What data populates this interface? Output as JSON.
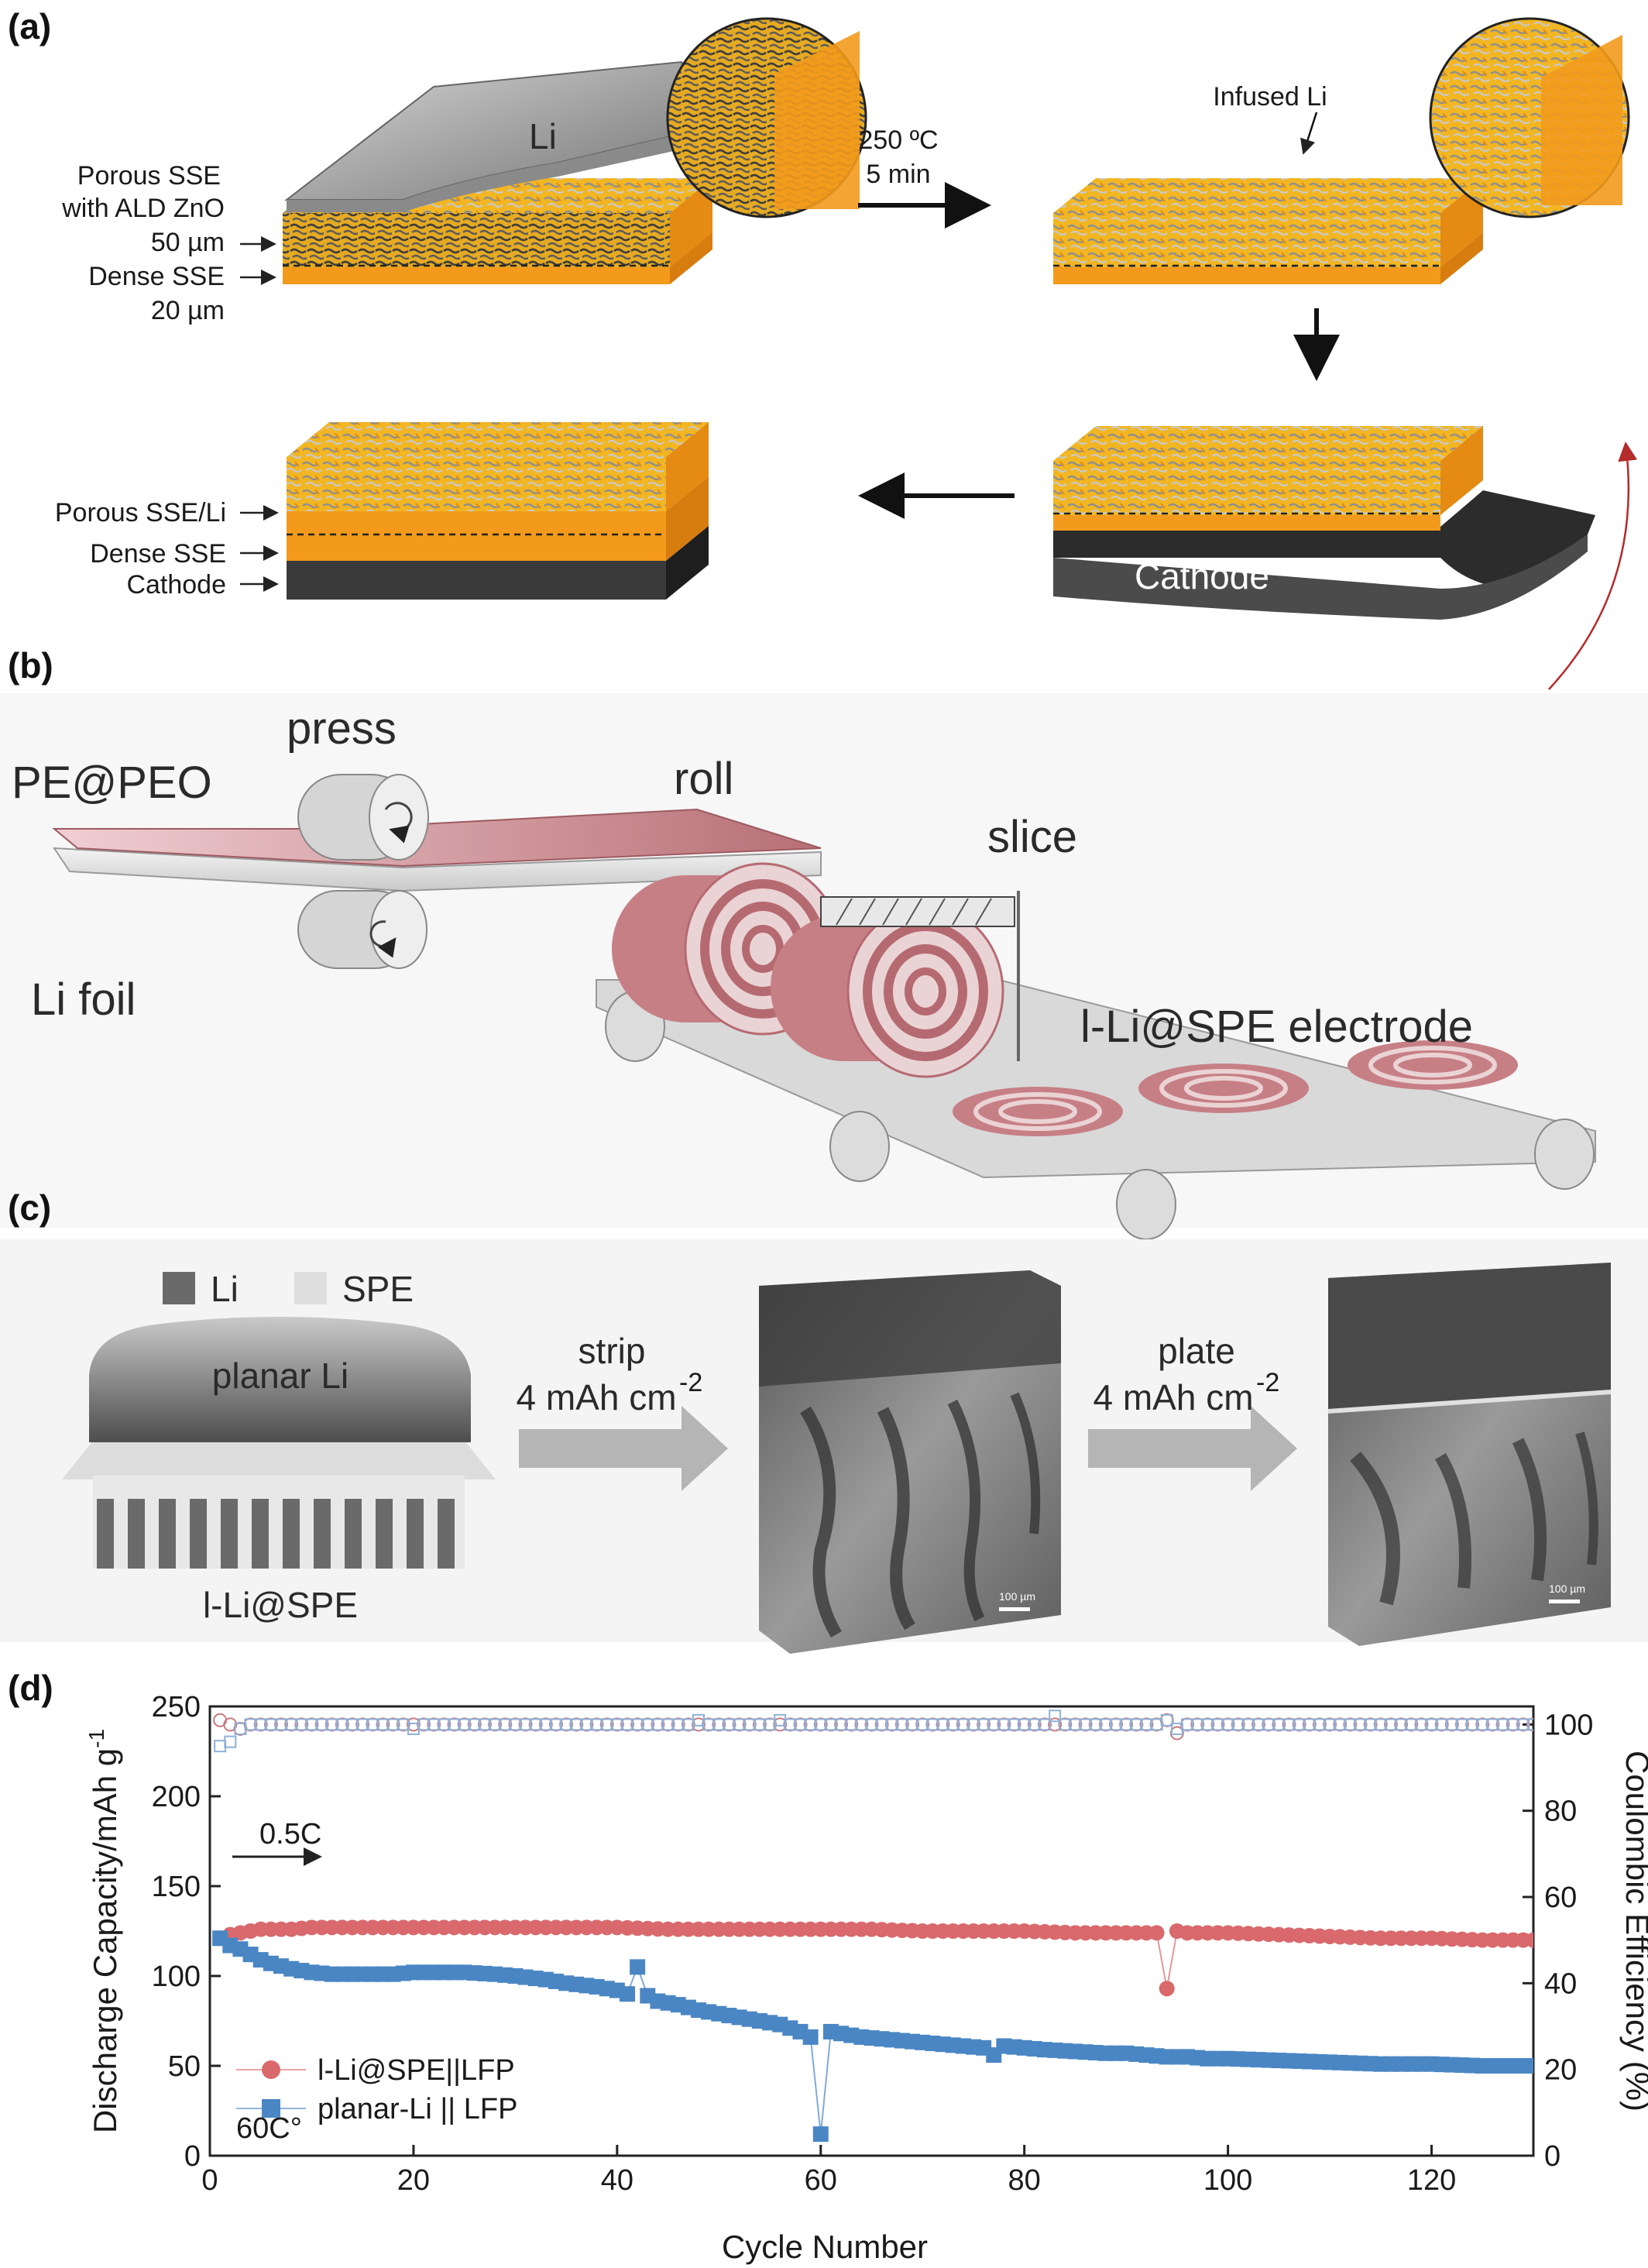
{
  "panels": {
    "a": {
      "label": "(a)",
      "li_label": "Li",
      "left_labels": [
        "Porous SSE",
        "with ALD ZnO",
        "50 µm",
        "Dense SSE",
        "20 µm"
      ],
      "process_line1": "250 ºC",
      "process_line2": "5 min",
      "infused_label": "Infused Li",
      "bottom_labels": [
        "Porous SSE/Li",
        "Dense SSE",
        "Cathode"
      ],
      "cathode_label": "Cathode"
    },
    "b": {
      "label": "(b)",
      "press": "press",
      "pe_peo": "PE@PEO",
      "roll": "roll",
      "slice": "slice",
      "li_foil": "Li foil",
      "electrode": "l-Li@SPE electrode"
    },
    "c": {
      "label": "(c)",
      "legend_li": "Li",
      "legend_spe": "SPE",
      "planar_li": "planar Li",
      "l_li_spe": "l-Li@SPE",
      "strip_line1": "strip",
      "strip_line2": "4 mAh cm",
      "plate_line1": "plate",
      "plate_line2": "4 mAh cm",
      "superscript": "-2",
      "scalebar1": "100 µm",
      "scalebar2": "100 µm"
    },
    "d": {
      "label": "(d)"
    }
  },
  "colors": {
    "sse_gold": "#f2b623",
    "sse_orange": "#f39a1c",
    "cathode_dark": "#333333",
    "roll_pink": "#c77f86",
    "series1": "#d9696c",
    "series2": "#4a86c4"
  },
  "chart_data": {
    "type": "scatter",
    "xlabel": "Cycle Number",
    "ylabel_left_main": "Discharge Capacity/mAh g",
    "ylabel_left_sup": "-1",
    "ylabel_right": "Coulombic Efficiency (%)",
    "xlim": [
      0,
      130
    ],
    "ylim_left": [
      0,
      250
    ],
    "ylim_right": [
      0,
      104.2
    ],
    "xticks": [
      0,
      20,
      40,
      60,
      80,
      100,
      120
    ],
    "yticks_left": [
      0,
      50,
      100,
      150,
      200,
      250
    ],
    "yticks_right": [
      0,
      20,
      40,
      60,
      80,
      100
    ],
    "annotation_rate": "0.5C",
    "annotation_temp": "60C°",
    "legend": [
      "l-Li@SPE||LFP",
      "planar-Li || LFP"
    ],
    "legend_position": "lower-left",
    "series": [
      {
        "name": "l-Li@SPE||LFP",
        "axis": "left",
        "marker": "circle",
        "x": [
          1,
          2,
          3,
          4,
          5,
          6,
          8,
          10,
          15,
          20,
          25,
          30,
          35,
          40,
          45,
          50,
          55,
          60,
          65,
          70,
          75,
          80,
          85,
          90,
          93,
          94,
          95,
          96,
          100,
          105,
          110,
          115,
          120,
          125,
          130
        ],
        "y": [
          121,
          123,
          124,
          125,
          126,
          126,
          126,
          127,
          127,
          127,
          127,
          127,
          127,
          127,
          126,
          126,
          126,
          126,
          126,
          125,
          125,
          125,
          124,
          124,
          124,
          93,
          125,
          124,
          124,
          123,
          122,
          121,
          121,
          120,
          120
        ]
      },
      {
        "name": "planar-Li || LFP",
        "axis": "left",
        "marker": "square",
        "x": [
          1,
          2,
          3,
          4,
          5,
          6,
          8,
          10,
          12,
          15,
          18,
          20,
          22,
          25,
          28,
          30,
          33,
          35,
          38,
          40,
          41,
          42,
          43,
          44,
          46,
          48,
          50,
          52,
          54,
          56,
          57,
          58,
          59,
          60,
          61,
          62,
          64,
          66,
          68,
          70,
          72,
          74,
          76,
          77,
          78,
          80,
          82,
          85,
          88,
          90,
          92,
          94,
          96,
          98,
          100,
          105,
          110,
          115,
          120,
          125,
          130
        ],
        "y": [
          121,
          117,
          115,
          112,
          109,
          107,
          104,
          102,
          101,
          101,
          101,
          102,
          102,
          102,
          101,
          100,
          98,
          96,
          94,
          92,
          90,
          105,
          89,
          86,
          84,
          81,
          79,
          77,
          75,
          73,
          71,
          69,
          66,
          12,
          69,
          68,
          66,
          65,
          64,
          63,
          62,
          61,
          60,
          56,
          61,
          60,
          59,
          58,
          57,
          57,
          56,
          55,
          55,
          54,
          54,
          53,
          52,
          51,
          51,
          50,
          50
        ]
      },
      {
        "name": "l-Li@SPE CE",
        "axis": "right",
        "marker": "open-circle",
        "x": [
          1,
          2,
          3,
          4,
          5,
          6,
          8,
          10,
          15,
          20,
          25,
          30,
          40,
          50,
          60,
          70,
          80,
          90,
          94,
          95,
          100,
          110,
          120,
          130
        ],
        "y": [
          101,
          100,
          99,
          100,
          100,
          100,
          100,
          100,
          100,
          100,
          100,
          100,
          100,
          100,
          100,
          100,
          100,
          100,
          101,
          98,
          100,
          100,
          100,
          100
        ]
      },
      {
        "name": "planar-Li CE",
        "axis": "right",
        "marker": "open-square",
        "x": [
          1,
          2,
          3,
          4,
          5,
          10,
          20,
          30,
          40,
          48,
          56,
          60,
          70,
          83,
          94,
          95,
          100,
          110,
          120,
          130
        ],
        "y": [
          95,
          96,
          99,
          100,
          100,
          100,
          99,
          100,
          100,
          101,
          101,
          100,
          100,
          102,
          101,
          99,
          100,
          100,
          100,
          100
        ]
      }
    ]
  }
}
